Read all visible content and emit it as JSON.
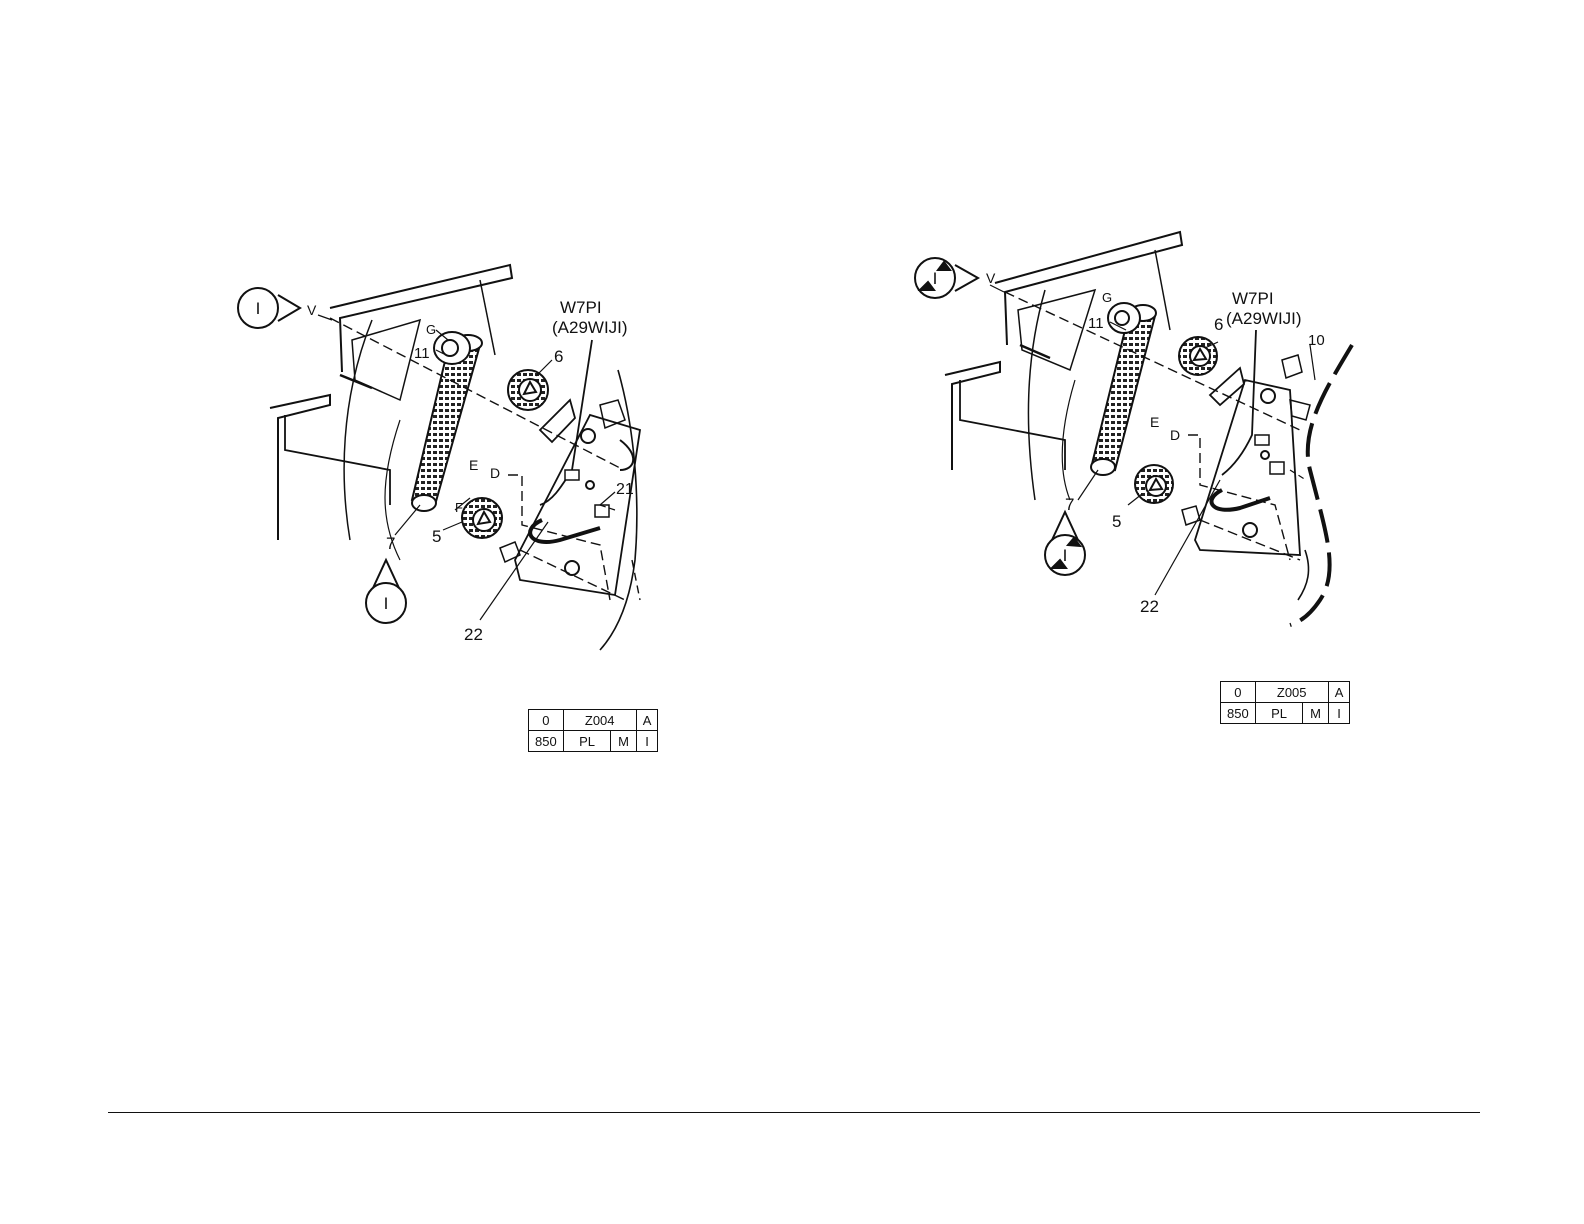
{
  "left": {
    "view_ref_top": "I",
    "view_ref_bottom": "I",
    "labels": {
      "v": "V",
      "g": "G",
      "eleven": "11",
      "six": "6",
      "harness_id": "W7PI",
      "harness_conn": "(A29WIJI)",
      "e": "E",
      "d": "D",
      "f": "F",
      "seven": "7",
      "five": "5",
      "twenty_one": "21",
      "twenty_two": "22"
    },
    "title_block": {
      "r1c1": "0",
      "r1c2": "Z004",
      "r1c3": "A",
      "r2c1": "850",
      "r2c2": "PL",
      "r2c3": "M",
      "r2c4": "I"
    }
  },
  "right": {
    "view_ref_top": "I",
    "view_ref_bottom": "I",
    "labels": {
      "v": "V",
      "g": "G",
      "eleven": "11",
      "six": "6",
      "harness_id": "W7PI",
      "harness_conn": "(A29WIJI)",
      "ten": "10",
      "e": "E",
      "d": "D",
      "seven": "7",
      "five": "5",
      "twenty_two": "22"
    },
    "title_block": {
      "r1c1": "0",
      "r1c2": "Z005",
      "r1c3": "A",
      "r2c1": "850",
      "r2c2": "PL",
      "r2c3": "M",
      "r2c4": "I"
    }
  }
}
